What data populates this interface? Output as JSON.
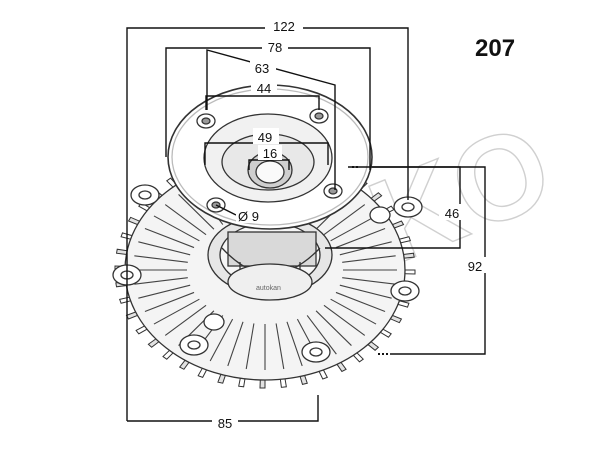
{
  "part_number": "207",
  "brand_watermark": "JAPKO",
  "image_watermark": "autokan",
  "dimensions": {
    "d122": "122",
    "d78": "78",
    "d63": "63",
    "d44": "44",
    "d49": "49",
    "d16": "16",
    "d9": "Ø 9",
    "d46": "46",
    "d92": "92",
    "d85": "85"
  },
  "colors": {
    "line": "#111111",
    "sketch": "#333333",
    "shade": "#bdbdbd",
    "brand": "#d0d0d0"
  }
}
